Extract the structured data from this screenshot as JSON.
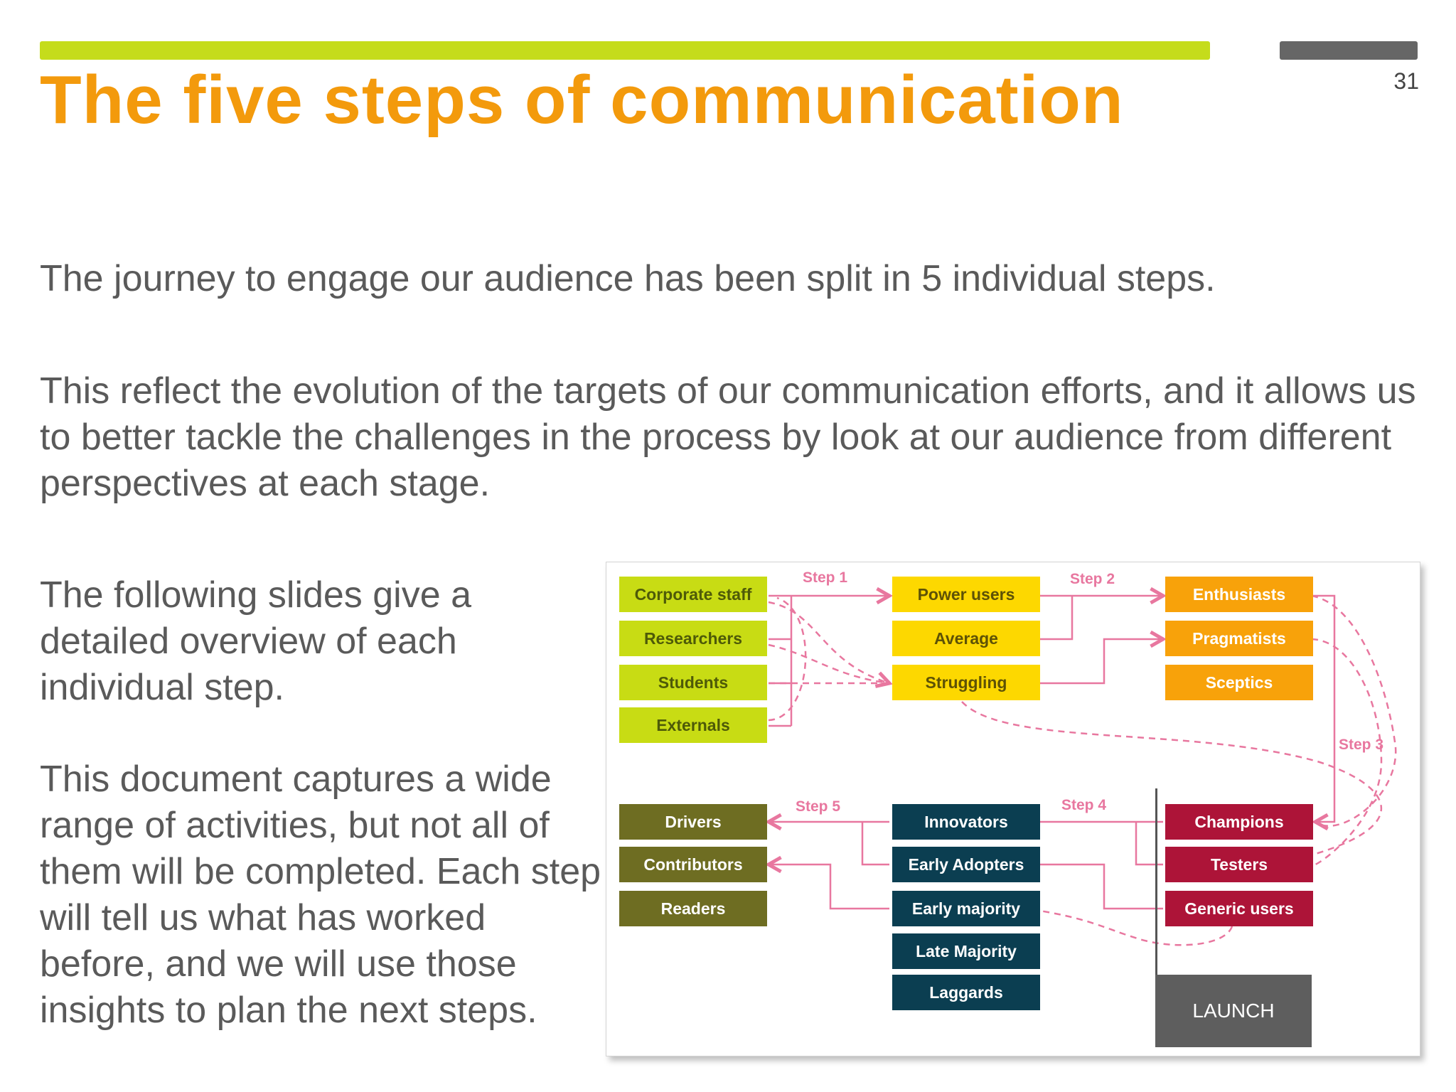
{
  "header": {
    "title": "The five steps of communication",
    "page_number": "31"
  },
  "body": {
    "p1": "The journey to engage our audience has been split in 5 individual steps.",
    "p2": "This reflect the evolution of the targets of our communication efforts, and it allows us to better tackle the challenges in the process by look at our audience from different perspectives at each stage.",
    "p3": "The following slides give a detailed overview of each individual step.",
    "p4": "This document captures a wide range of activities, but not all of them will be completed. Each step will tell us what has worked before, and we will use those insights to plan the next steps."
  },
  "diagram": {
    "steps": {
      "step1": "Step 1",
      "step2": "Step 2",
      "step3": "Step 3",
      "step4": "Step 4",
      "step5": "Step 5"
    },
    "groups": {
      "corporate": [
        "Corporate staff",
        "Researchers",
        "Students",
        "Externals"
      ],
      "users": [
        "Power users",
        "Average",
        "Struggling"
      ],
      "adopters": [
        "Enthusiasts",
        "Pragmatists",
        "Sceptics"
      ],
      "launch": [
        "Champions",
        "Testers",
        "Generic users"
      ],
      "curve": [
        "Innovators",
        "Early Adopters",
        "Early majority",
        "Late Majority",
        "Laggards"
      ],
      "roles": [
        "Drivers",
        "Contributors",
        "Readers"
      ]
    },
    "launch_label": "LAUNCH",
    "colors": {
      "title": "#f39a0c",
      "accent_bar": "#c5dc1b",
      "connector": "#e8779f",
      "lime": "#c8dc14",
      "yellow": "#fdd800",
      "orange": "#f8a20a",
      "olive": "#6e6d22",
      "teal": "#0b3e51",
      "crimson": "#ad1438"
    }
  }
}
